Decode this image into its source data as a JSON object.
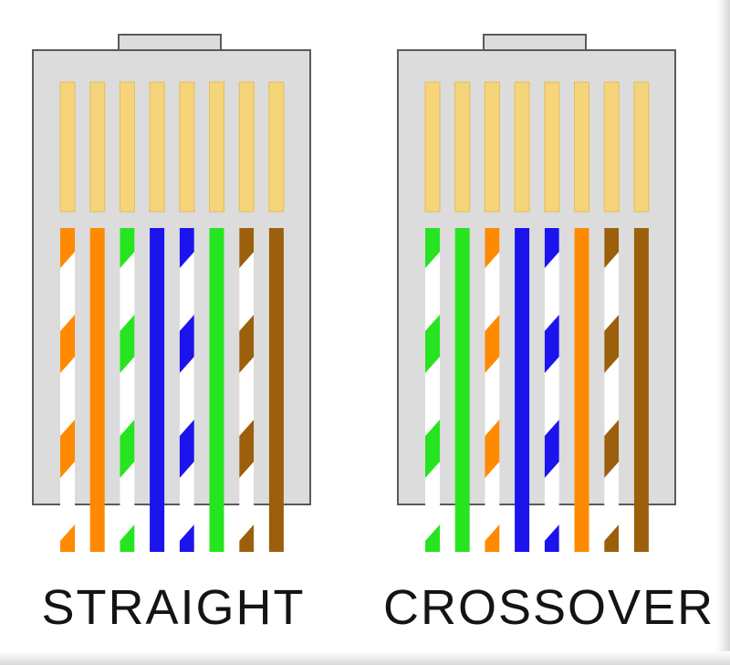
{
  "colors": {
    "housing": "#dcdcdc",
    "housing_border": "#5a5a5a",
    "contact": "#f5d47a",
    "orange": "#ff8a00",
    "green": "#27e421",
    "blue": "#1b14ec",
    "brown": "#9c5f0c",
    "white": "#ffffff",
    "caption": "#141414"
  },
  "connectors": [
    {
      "id": "straight",
      "label": "STRAIGHT",
      "wires": [
        {
          "color": "orange",
          "striped": true
        },
        {
          "color": "orange",
          "striped": false
        },
        {
          "color": "green",
          "striped": true
        },
        {
          "color": "blue",
          "striped": false
        },
        {
          "color": "blue",
          "striped": true
        },
        {
          "color": "green",
          "striped": false
        },
        {
          "color": "brown",
          "striped": true
        },
        {
          "color": "brown",
          "striped": false
        }
      ]
    },
    {
      "id": "crossover",
      "label": "CROSSOVER",
      "wires": [
        {
          "color": "green",
          "striped": true
        },
        {
          "color": "green",
          "striped": false
        },
        {
          "color": "orange",
          "striped": true
        },
        {
          "color": "blue",
          "striped": false
        },
        {
          "color": "blue",
          "striped": true
        },
        {
          "color": "orange",
          "striped": false
        },
        {
          "color": "brown",
          "striped": true
        },
        {
          "color": "brown",
          "striped": false
        }
      ]
    }
  ]
}
